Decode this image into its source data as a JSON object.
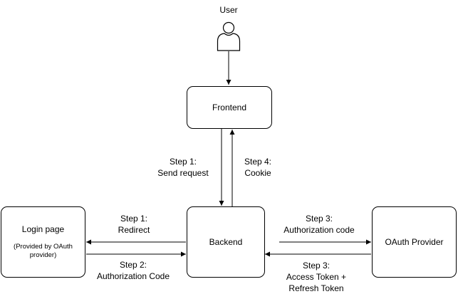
{
  "user": {
    "label": "User"
  },
  "nodes": {
    "frontend": {
      "title": "Frontend"
    },
    "backend": {
      "title": "Backend"
    },
    "login_page": {
      "title": "Login page",
      "subtitle_line1": "(Provided by OAuth",
      "subtitle_line2": "provider)"
    },
    "oauth_provider": {
      "title": "OAuth Provider"
    }
  },
  "edges": {
    "send_request": {
      "step": "Step 1:",
      "text": "Send request"
    },
    "cookie": {
      "step": "Step 4:",
      "text": "Cookie"
    },
    "redirect": {
      "step": "Step 1:",
      "text": "Redirect"
    },
    "auth_code_to_backend": {
      "step": "Step 2:",
      "text": "Authorization Code"
    },
    "auth_code_to_provider": {
      "step": "Step 3:",
      "text": "Authorization code"
    },
    "tokens": {
      "step": "Step 3:",
      "text_line1": "Access Token +",
      "text_line2": "Refresh Token"
    }
  }
}
